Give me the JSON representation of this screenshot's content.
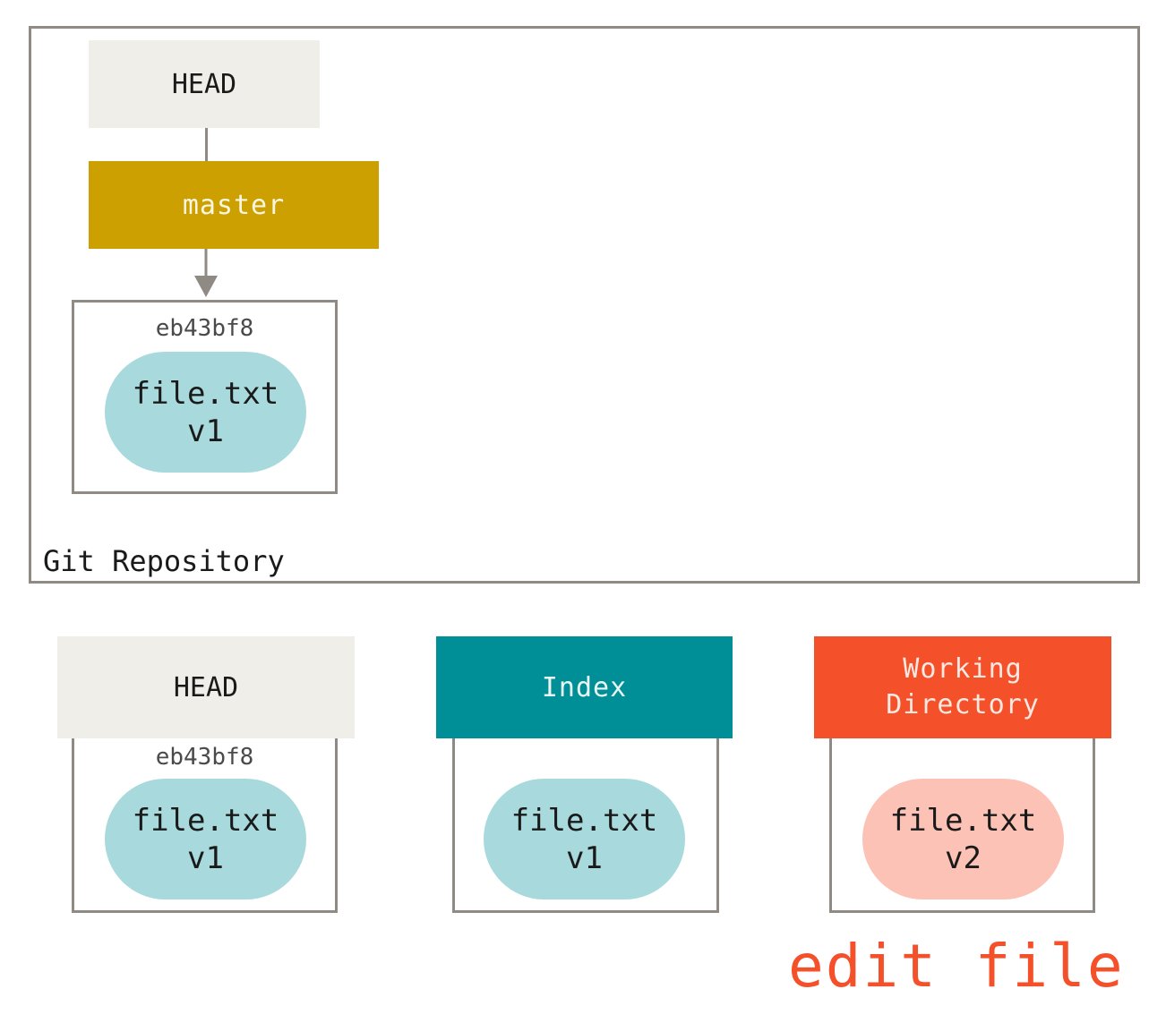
{
  "repository": {
    "label": "Git Repository",
    "head_label": "HEAD",
    "branch_label": "master",
    "commit": {
      "hash": "eb43bf8",
      "file_name": "file.txt",
      "file_version": "v1"
    }
  },
  "trees": {
    "head": {
      "title": "HEAD",
      "hash": "eb43bf8",
      "file_name": "file.txt",
      "file_version": "v1"
    },
    "index": {
      "title": "Index",
      "file_name": "file.txt",
      "file_version": "v1"
    },
    "working_directory": {
      "title_line1": "Working",
      "title_line2": "Directory",
      "file_name": "file.txt",
      "file_version": "v2"
    }
  },
  "action_label": "edit file",
  "colors": {
    "frame": "#8f8a83",
    "head_bg": "#efeee8",
    "branch_bg": "#cca000",
    "index_bg": "#008f96",
    "working_dir_bg": "#f4502a",
    "blob_v1": "#a8d9dc",
    "blob_v2": "#fbc2b5",
    "action_text": "#f4502a"
  }
}
